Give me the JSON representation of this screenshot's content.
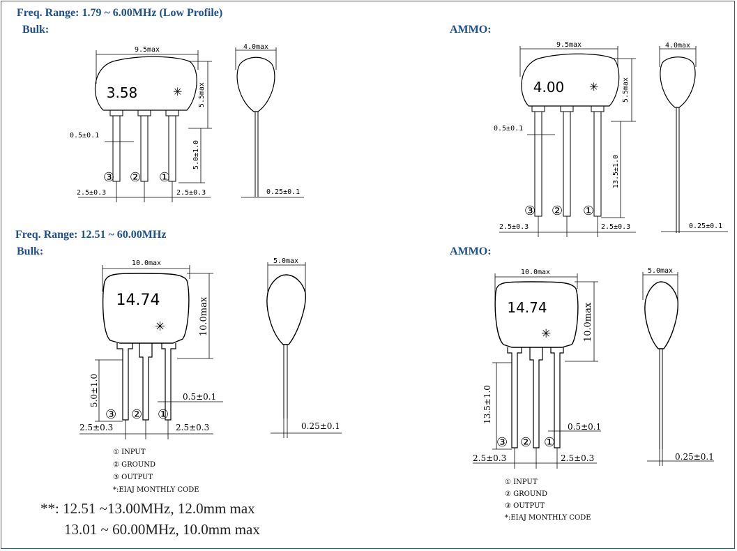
{
  "headers": {
    "range1": "Freq. Range: 1.79 ~ 6.00MHz (Low Profile)",
    "bulk1": "Bulk:",
    "ammo1": "AMMO:",
    "range2": "Freq. Range: 12.51 ~ 60.00MHz",
    "bulk2": "Bulk:",
    "ammo2": "AMMO:"
  },
  "tl": {
    "width": "9.5max",
    "height": "5.5max",
    "lead_len": "5.0±1.0",
    "lead_w": "0.5±0.1",
    "pitch": "2.5±0.3",
    "thick": "4.0max",
    "lead_t": "0.25±0.1",
    "marking": "3.58"
  },
  "tr": {
    "width": "9.5max",
    "height": "5.5max",
    "lead_len": "13.5±1.0",
    "lead_w": "0.5±0.1",
    "pitch": "2.5±0.3",
    "thick": "4.0max",
    "lead_t": "0.25±0.1",
    "marking": "4.00"
  },
  "bl": {
    "width": "10.0max",
    "height": "10.0max",
    "lead_len": "5.0±1.0",
    "lead_w": "0.5±0.1",
    "pitch": "2.5±0.3",
    "thick": "5.0max",
    "lead_t": "0.25±0.1",
    "marking": "14.74"
  },
  "br": {
    "width": "10.0max",
    "height": "10.0max",
    "lead_len": "13.5±1.0",
    "lead_w": "0.5±0.1",
    "pitch": "2.5±0.3",
    "thick": "5.0max",
    "lead_t": "0.25±0.1",
    "marking": "14.74"
  },
  "pins": {
    "p1": "①",
    "p2": "②",
    "p3": "③"
  },
  "legend": {
    "input": "① INPUT",
    "ground": "② GROUND",
    "output": "③ OUTPUT",
    "code": "*:EIAJ MONTHLY CODE"
  },
  "notes": {
    "line1": "**: 12.51 ~13.00MHz, 12.0mm max",
    "line2": "13.01 ~ 60.00MHz, 10.0mm max"
  },
  "colors": {
    "header": "#1f4e8c",
    "frame": "#2e5a8c"
  }
}
